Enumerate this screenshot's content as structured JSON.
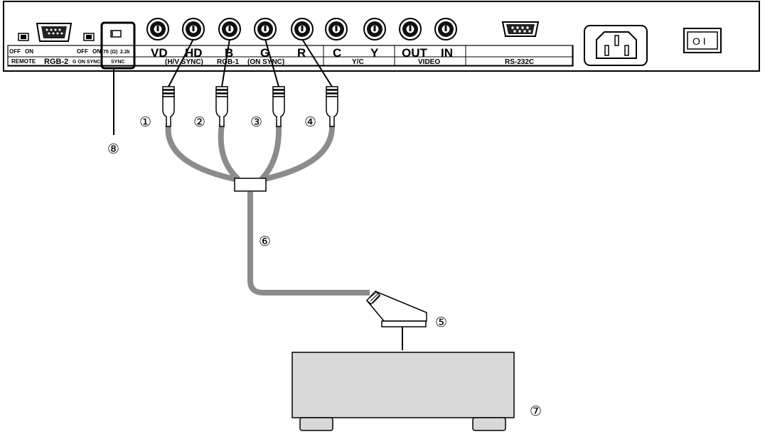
{
  "panel": {
    "switch_left_off": "OFF",
    "switch_left_on": "ON",
    "remote_label": "REMOTE",
    "rgb2_label": "RGB-2",
    "switch_g_off": "OFF",
    "switch_g_on": "ON",
    "g_on_sync_label": "G ON SYNC",
    "sync_75": "75",
    "sync_omega": "(Ω)",
    "sync_22k": "2.2k",
    "sync_label": "SYNC",
    "vd": "VD",
    "hd": "HD",
    "b": "B",
    "g": "G",
    "r": "R",
    "c": "C",
    "y": "Y",
    "out": "OUT",
    "in": "IN",
    "hv_sync": "(H/V SYNC)",
    "rgb1": "RGB-1",
    "on_sync": "(ON SYNC)",
    "yc_label": "Y/C",
    "video_label": "VIDEO",
    "rs232c_label": "RS-232C",
    "power_switch": "O  I"
  },
  "callouts": {
    "c1": "①",
    "c2": "②",
    "c3": "③",
    "c4": "④",
    "c5": "⑤",
    "c6": "⑥",
    "c7": "⑦",
    "c8": "⑧"
  },
  "colors": {
    "cable": "#8c8c8c",
    "device_fill": "#d9d9d9",
    "line": "#000000"
  }
}
